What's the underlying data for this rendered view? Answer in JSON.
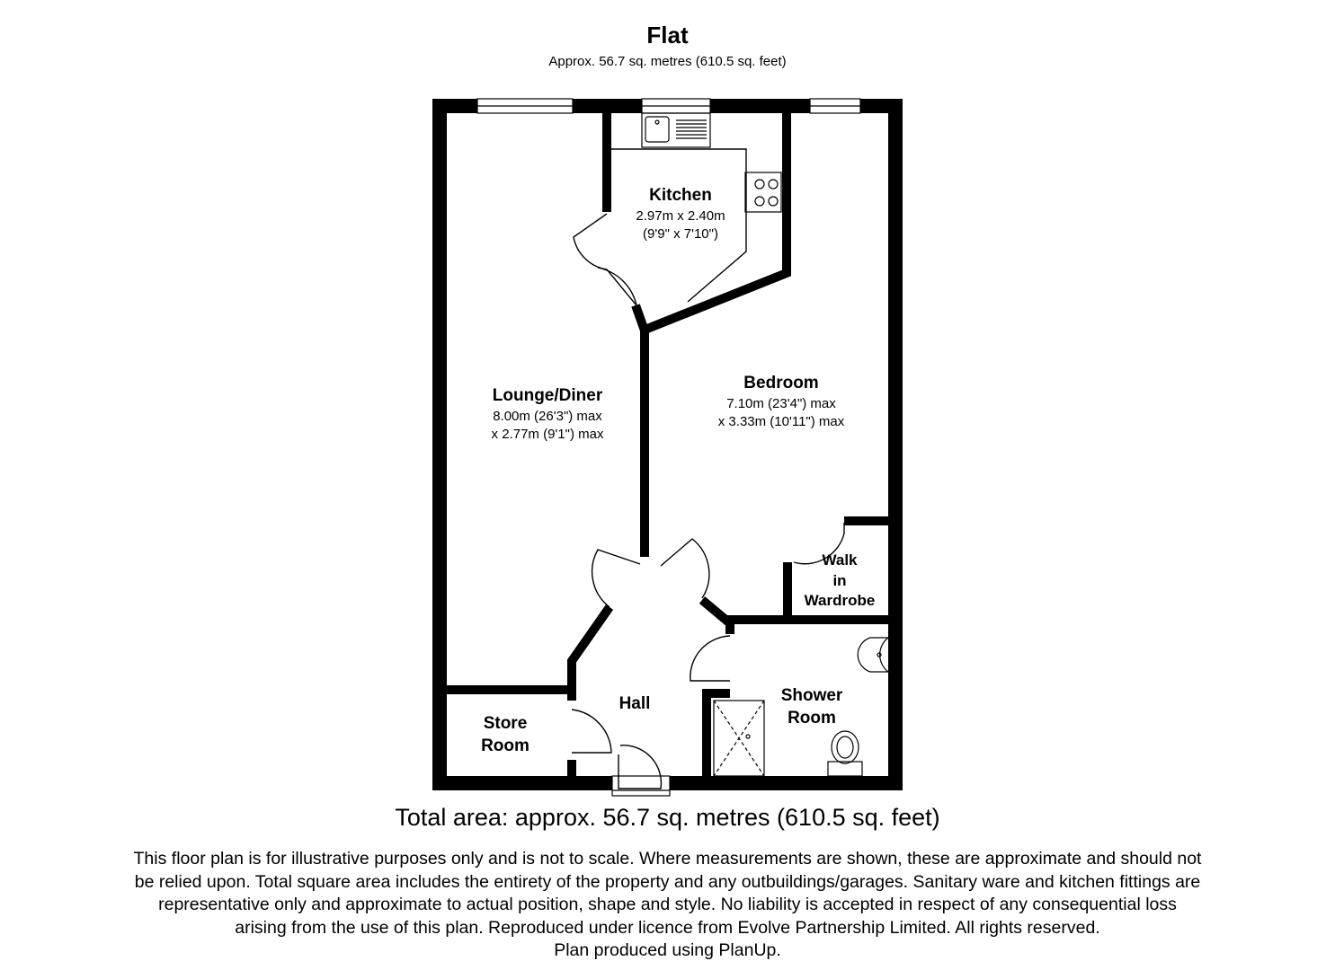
{
  "header": {
    "title": "Flat",
    "subtitle": "Approx. 56.7 sq. metres (610.5 sq. feet)"
  },
  "rooms": {
    "kitchen": {
      "name": "Kitchen",
      "dim1": "2.97m x 2.40m",
      "dim2": "(9'9\" x 7'10\")"
    },
    "lounge": {
      "name": "Lounge/Diner",
      "dim1": "8.00m (26'3\") max",
      "dim2": "x 2.77m (9'1\") max"
    },
    "bedroom": {
      "name": "Bedroom",
      "dim1": "7.10m (23'4\") max",
      "dim2": "x 3.33m (10'11\") max"
    },
    "wardrobe": {
      "line1": "Walk",
      "line2": "in",
      "line3": "Wardrobe"
    },
    "shower": {
      "line1": "Shower",
      "line2": "Room"
    },
    "hall": {
      "name": "Hall"
    },
    "store": {
      "line1": "Store",
      "line2": "Room"
    }
  },
  "footer": {
    "total": "Total area: approx. 56.7 sq. metres (610.5 sq. feet)",
    "disclaimer": [
      "This floor plan is for illustrative purposes only and is not to scale.  Where measurements are shown, these are approximate and should not",
      "be relied upon. Total square area includes the entirety of the property and any outbuildings/garages. Sanitary ware and kitchen fittings are",
      "representative only and approximate to actual position, shape and style.  No liability is accepted in respect of any consequential loss",
      "arising from the use of this plan. Reproduced under licence from Evolve Partnership Limited. All rights reserved.",
      "Plan produced using PlanUp."
    ]
  }
}
